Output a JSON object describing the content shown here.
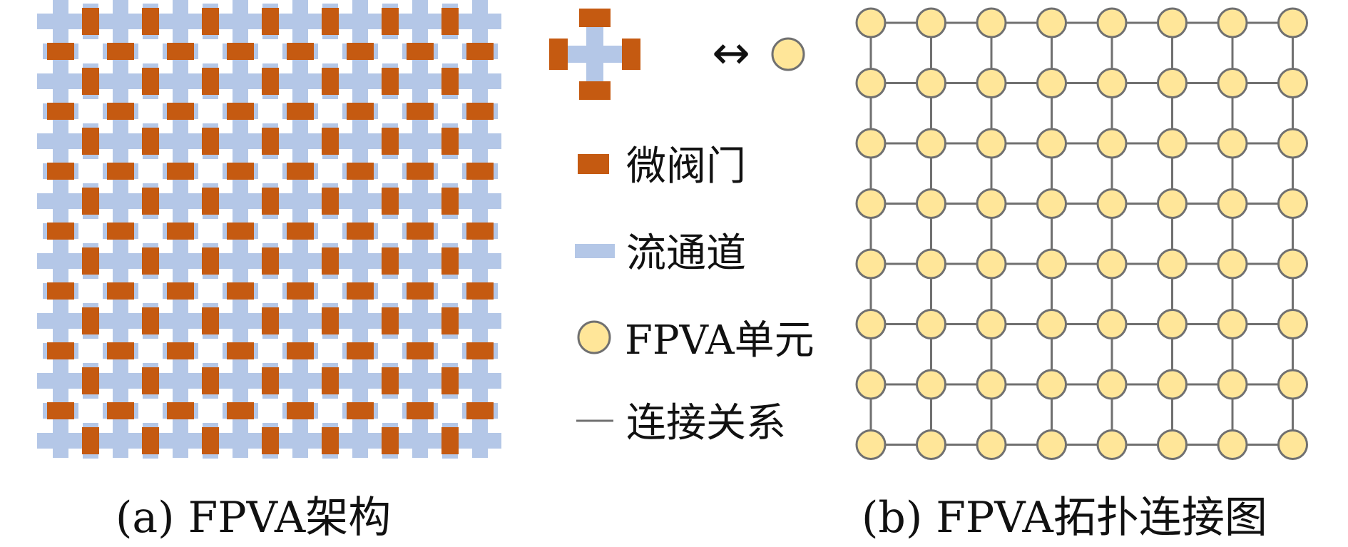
{
  "colors": {
    "valve": "#C55A11",
    "channel": "#B4C7E7",
    "node_fill": "#FFE699",
    "node_stroke": "#707070",
    "edge": "#707070"
  },
  "legend": {
    "equivalence_symbol": "↔",
    "valve_label": "微阀门",
    "channel_label": "流通道",
    "cell_label": "FPVA单元",
    "connection_label": "连接关系"
  },
  "captions": {
    "a": "(a) FPVA架构",
    "b": "(b) FPVA拓扑连接图"
  },
  "architecture_grid": {
    "rows": 8,
    "cols": 8
  },
  "topology_grid": {
    "rows": 8,
    "cols": 8
  }
}
